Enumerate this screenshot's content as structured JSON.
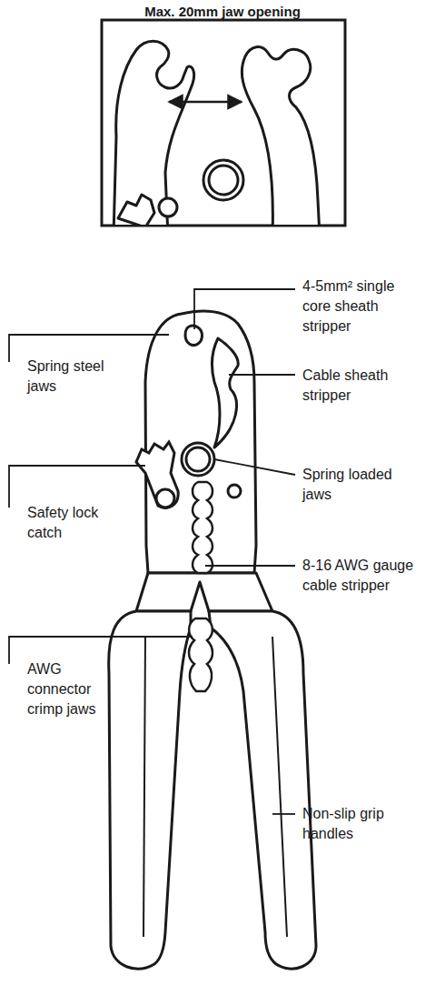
{
  "diagram": {
    "labels": [
      "Max. 20mm jaw opening",
      "4-5mm² single core sheath stripper",
      "Spring steel jaws",
      "Cable sheath stripper",
      "Spring loaded jaws",
      "Safety lock catch",
      "8-16 AWG gauge cable stripper",
      "AWG connector crimp jaws",
      "Non-slip grip handles"
    ]
  }
}
